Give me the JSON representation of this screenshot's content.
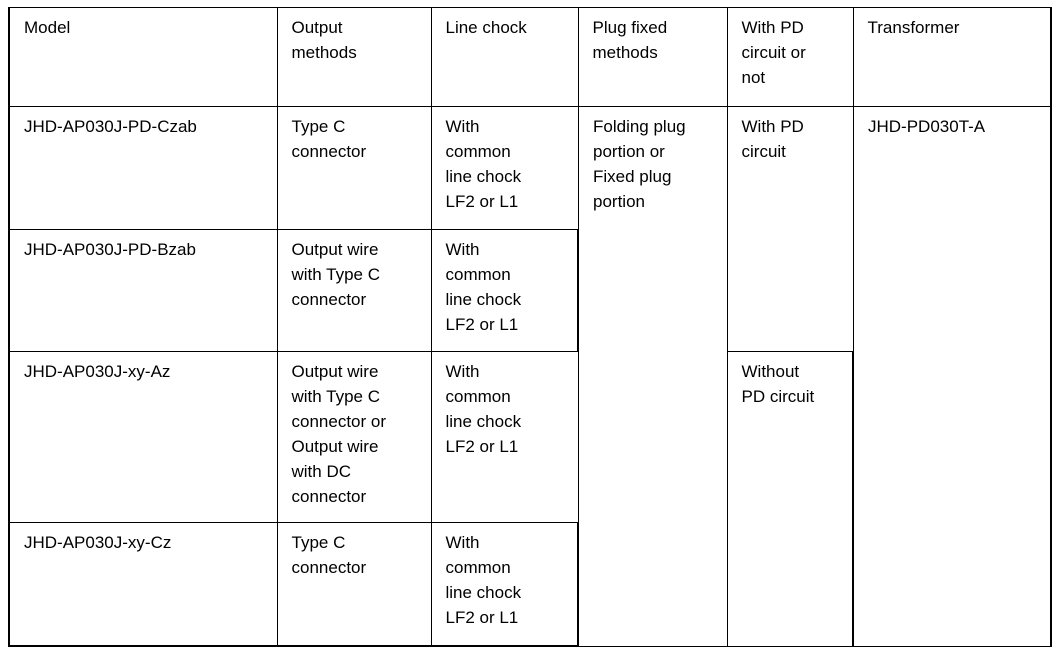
{
  "table": {
    "columns": [
      {
        "key": "model",
        "label": "Model"
      },
      {
        "key": "output",
        "label": "Output\nmethods"
      },
      {
        "key": "chock",
        "label": "Line chock"
      },
      {
        "key": "plug",
        "label": "Plug fixed\nmethods"
      },
      {
        "key": "pd",
        "label": "With PD\ncircuit or\nnot"
      },
      {
        "key": "transformer",
        "label": "Transformer"
      }
    ],
    "rows": [
      {
        "model": "JHD-AP030J-PD-Czab",
        "output": "Type C\nconnector",
        "chock": "With\ncommon\nline chock\nLF2 or L1"
      },
      {
        "model": "JHD-AP030J-PD-Bzab",
        "output": "Output wire\nwith Type C\nconnector",
        "chock": "With\ncommon\nline chock\nLF2 or L1"
      },
      {
        "model": "JHD-AP030J-xy-Az",
        "output": "Output wire\nwith Type C\nconnector or\nOutput wire\nwith DC\nconnector",
        "chock": "With\ncommon\nline chock\nLF2 or L1"
      },
      {
        "model": "JHD-AP030J-xy-Cz",
        "output": "Type C\nconnector",
        "chock": "With\ncommon\nline chock\nLF2 or L1"
      }
    ],
    "merged": {
      "plug_fixed_methods": "Folding plug\nportion or\nFixed plug\nportion",
      "pd_with": "With PD\ncircuit",
      "pd_without": "Without\nPD circuit",
      "transformer": "JHD-PD030T-A"
    }
  },
  "colors": {
    "border": "#000000",
    "text": "#000000",
    "background": "#ffffff"
  }
}
